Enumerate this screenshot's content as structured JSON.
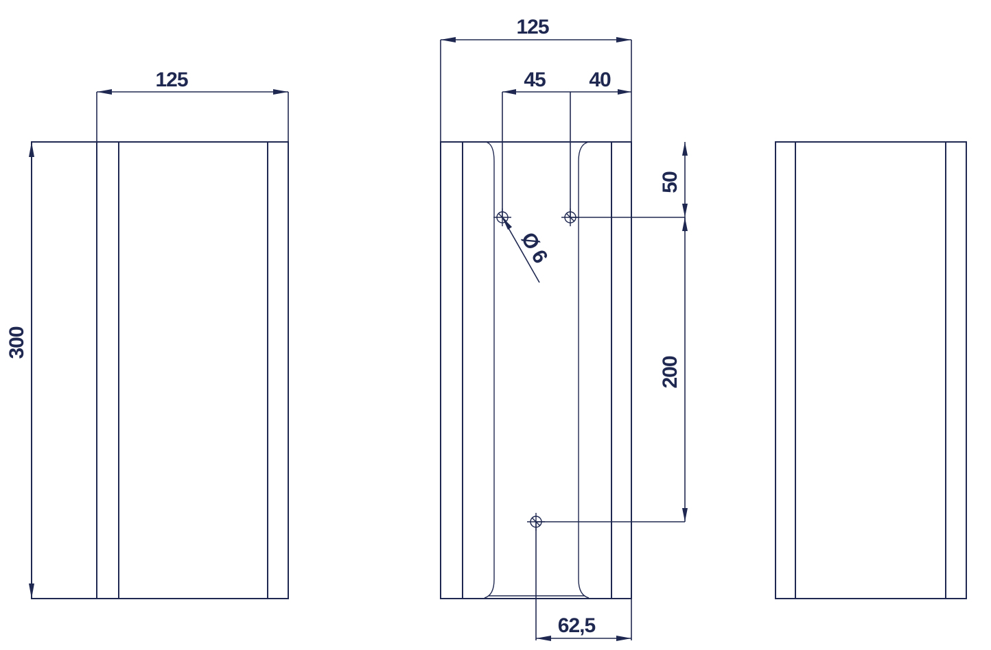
{
  "dimensions": {
    "left_width": "125",
    "left_height": "300",
    "mid_width": "125",
    "mid_offset_a": "45",
    "mid_offset_b": "40",
    "mid_top_gap": "50",
    "mid_spacing": "200",
    "mid_bottom": "62,5",
    "hole_diameter": "Ø 6"
  },
  "colors": {
    "line": "#1f2850",
    "background": "#ffffff"
  }
}
